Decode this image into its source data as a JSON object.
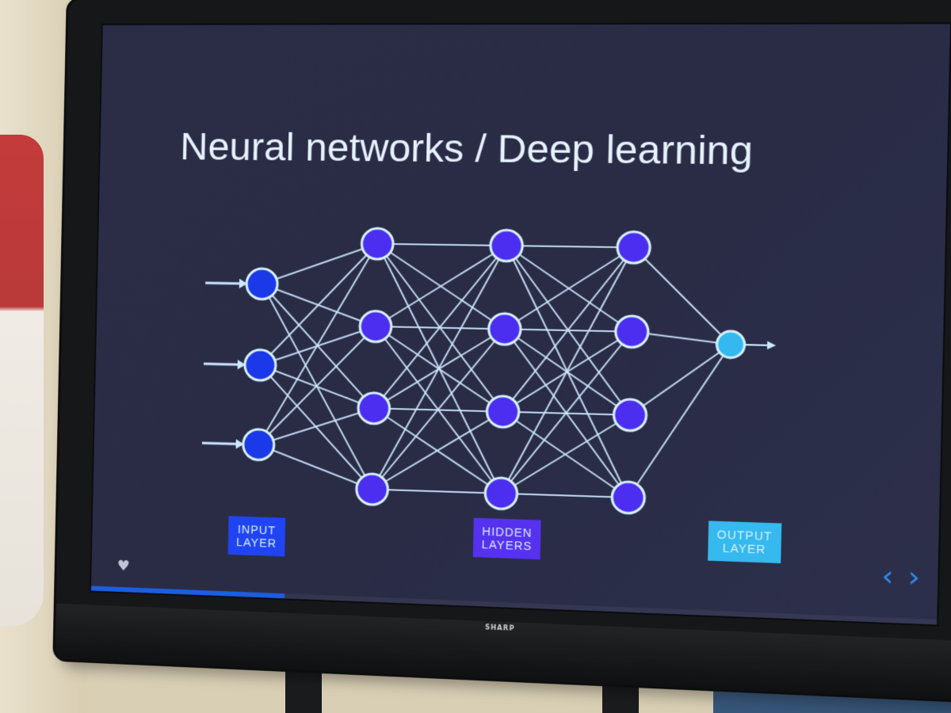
{
  "slide": {
    "title": "Neural networks / Deep learning",
    "labels": {
      "input": "INPUT\nLAYER",
      "hidden": "HIDDEN\nLAYERS",
      "output": "OUTPUT\nLAYER"
    },
    "progress": 0.24,
    "icons": [
      "heart-icon",
      "chevron-left-icon",
      "chevron-right-icon"
    ]
  },
  "tv": {
    "brand": "SHARP"
  },
  "network": {
    "layers": [
      3,
      4,
      4,
      4,
      1
    ]
  },
  "colors": {
    "node_hidden": "#4c2ef0",
    "node_input": "#1b38e9",
    "node_output": "#33b9f0",
    "label_input_bg": "#2044f2",
    "label_hidden_bg": "#5631f0",
    "label_output_bg": "#35b9ee",
    "edges": "#cde9ff",
    "nav": "#2e8ef6"
  }
}
